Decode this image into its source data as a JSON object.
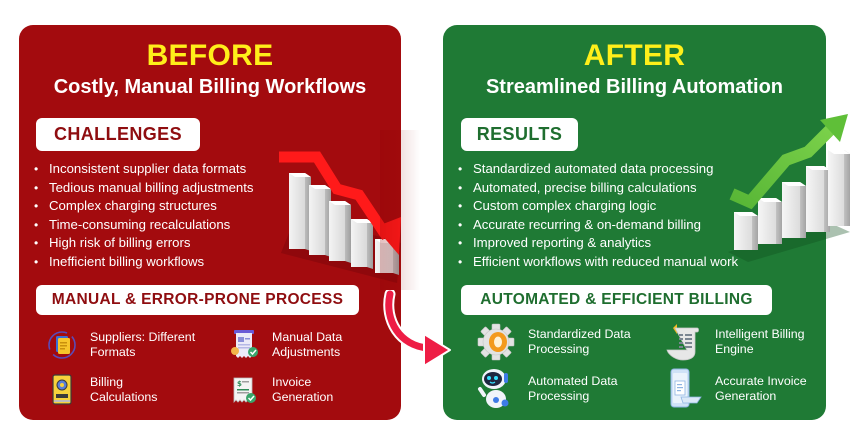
{
  "before": {
    "title": "BEFORE",
    "subtitle": "Costly, Manual Billing Workflows",
    "challenges_heading": "CHALLENGES",
    "challenges": [
      "Inconsistent supplier data formats",
      "Tedious manual billing adjustments",
      "Complex charging structures",
      "Time-consuming recalculations",
      "High risk of billing errors",
      "Inefficient billing workflows"
    ],
    "process_heading": "MANUAL & ERROR-PRONE PROCESS",
    "features": [
      {
        "line1": "Suppliers: Different",
        "line2": "Formats",
        "icon": "documents-icon"
      },
      {
        "line1": "Manual Data",
        "line2": "Adjustments",
        "icon": "receipt-check-icon"
      },
      {
        "line1": "Billing",
        "line2": "Calculations",
        "icon": "calculator-gear-icon"
      },
      {
        "line1": "Invoice",
        "line2": "Generation",
        "icon": "invoice-check-icon"
      }
    ],
    "graphic": "declining-bar-chart-icon",
    "colors": {
      "panel": "#a30b0e",
      "title": "#ffef1a",
      "pill_text": "#8f0d10"
    }
  },
  "after": {
    "title": "AFTER",
    "subtitle": "Streamlined Billing Automation",
    "results_heading": "RESULTS",
    "results": [
      "Standardized automated data processing",
      "Automated, precise billing calculations",
      "Custom complex charging logic",
      "Accurate recurring & on-demand billing",
      "Improved reporting & analytics",
      "Efficient workflows with reduced manual work"
    ],
    "process_heading": "AUTOMATED & EFFICIENT BILLING",
    "features": [
      {
        "line1": "Standardized Data",
        "line2": "Processing",
        "icon": "gear-icon"
      },
      {
        "line1": "Intelligent Billing",
        "line2": "Engine",
        "icon": "billing-scroll-icon"
      },
      {
        "line1": "Automated Data",
        "line2": "Processing",
        "icon": "robot-icon"
      },
      {
        "line1": "Accurate Invoice",
        "line2": "Generation",
        "icon": "phone-invoice-icon"
      }
    ],
    "graphic": "rising-bar-chart-icon",
    "colors": {
      "panel": "#1f7a35",
      "title": "#ffef1a",
      "pill_text": "#1f6e2f"
    }
  },
  "transition_arrow": "curved-arrow-icon"
}
